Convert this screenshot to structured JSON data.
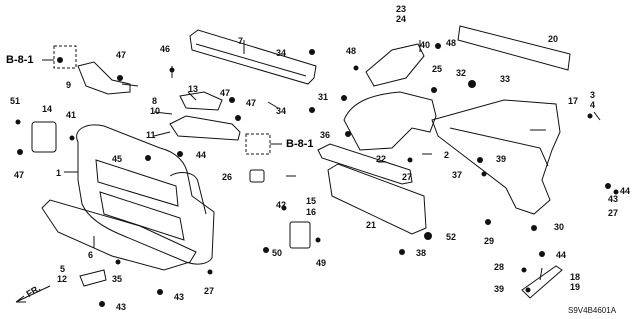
{
  "diagram": {
    "catalog_code": "S9V4B4601A",
    "direction_label": "FR.",
    "references": [
      {
        "text": "B-8-1"
      },
      {
        "text": "B-8-1"
      }
    ],
    "callouts": [
      {
        "text": "1"
      },
      {
        "text": "2"
      },
      {
        "text": "3"
      },
      {
        "text": "4"
      },
      {
        "text": "5"
      },
      {
        "text": "12"
      },
      {
        "text": "6"
      },
      {
        "text": "7"
      },
      {
        "text": "8"
      },
      {
        "text": "10"
      },
      {
        "text": "9"
      },
      {
        "text": "11"
      },
      {
        "text": "13"
      },
      {
        "text": "14"
      },
      {
        "text": "15"
      },
      {
        "text": "16"
      },
      {
        "text": "17"
      },
      {
        "text": "18"
      },
      {
        "text": "19"
      },
      {
        "text": "20"
      },
      {
        "text": "21"
      },
      {
        "text": "22"
      },
      {
        "text": "23"
      },
      {
        "text": "24"
      },
      {
        "text": "25"
      },
      {
        "text": "26"
      },
      {
        "text": "27"
      },
      {
        "text": "27"
      },
      {
        "text": "27"
      },
      {
        "text": "28"
      },
      {
        "text": "29"
      },
      {
        "text": "30"
      },
      {
        "text": "31"
      },
      {
        "text": "32"
      },
      {
        "text": "33"
      },
      {
        "text": "34"
      },
      {
        "text": "34"
      },
      {
        "text": "35"
      },
      {
        "text": "36"
      },
      {
        "text": "37"
      },
      {
        "text": "38"
      },
      {
        "text": "39"
      },
      {
        "text": "39"
      },
      {
        "text": "40"
      },
      {
        "text": "41"
      },
      {
        "text": "42"
      },
      {
        "text": "43"
      },
      {
        "text": "43"
      },
      {
        "text": "43"
      },
      {
        "text": "44"
      },
      {
        "text": "44"
      },
      {
        "text": "44"
      },
      {
        "text": "45"
      },
      {
        "text": "46"
      },
      {
        "text": "47"
      },
      {
        "text": "47"
      },
      {
        "text": "47"
      },
      {
        "text": "47"
      },
      {
        "text": "48"
      },
      {
        "text": "48"
      },
      {
        "text": "49"
      },
      {
        "text": "50"
      },
      {
        "text": "51"
      },
      {
        "text": "52"
      }
    ]
  }
}
